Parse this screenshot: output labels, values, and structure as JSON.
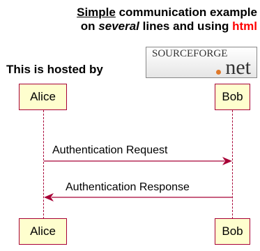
{
  "title": {
    "line1_underlined": "Simple",
    "line1_rest": " communication example",
    "line2_before": "on ",
    "line2_italic": "several",
    "line2_middle": " lines and using ",
    "line2_red": "html"
  },
  "hosted_by": "This is hosted by",
  "logo": {
    "top_text": "SOURCEFORGE",
    "bottom_text": "net"
  },
  "participants": {
    "alice_top": "Alice",
    "bob_top": "Bob",
    "alice_bottom": "Alice",
    "bob_bottom": "Bob"
  },
  "messages": [
    {
      "from": "Alice",
      "to": "Bob",
      "label": "Authentication Request"
    },
    {
      "from": "Bob",
      "to": "Alice",
      "label": "Authentication Response"
    }
  ],
  "colors": {
    "participant_fill": "#fefece",
    "participant_border": "#a80036",
    "arrow": "#a80036",
    "html_text": "#ff0000"
  }
}
